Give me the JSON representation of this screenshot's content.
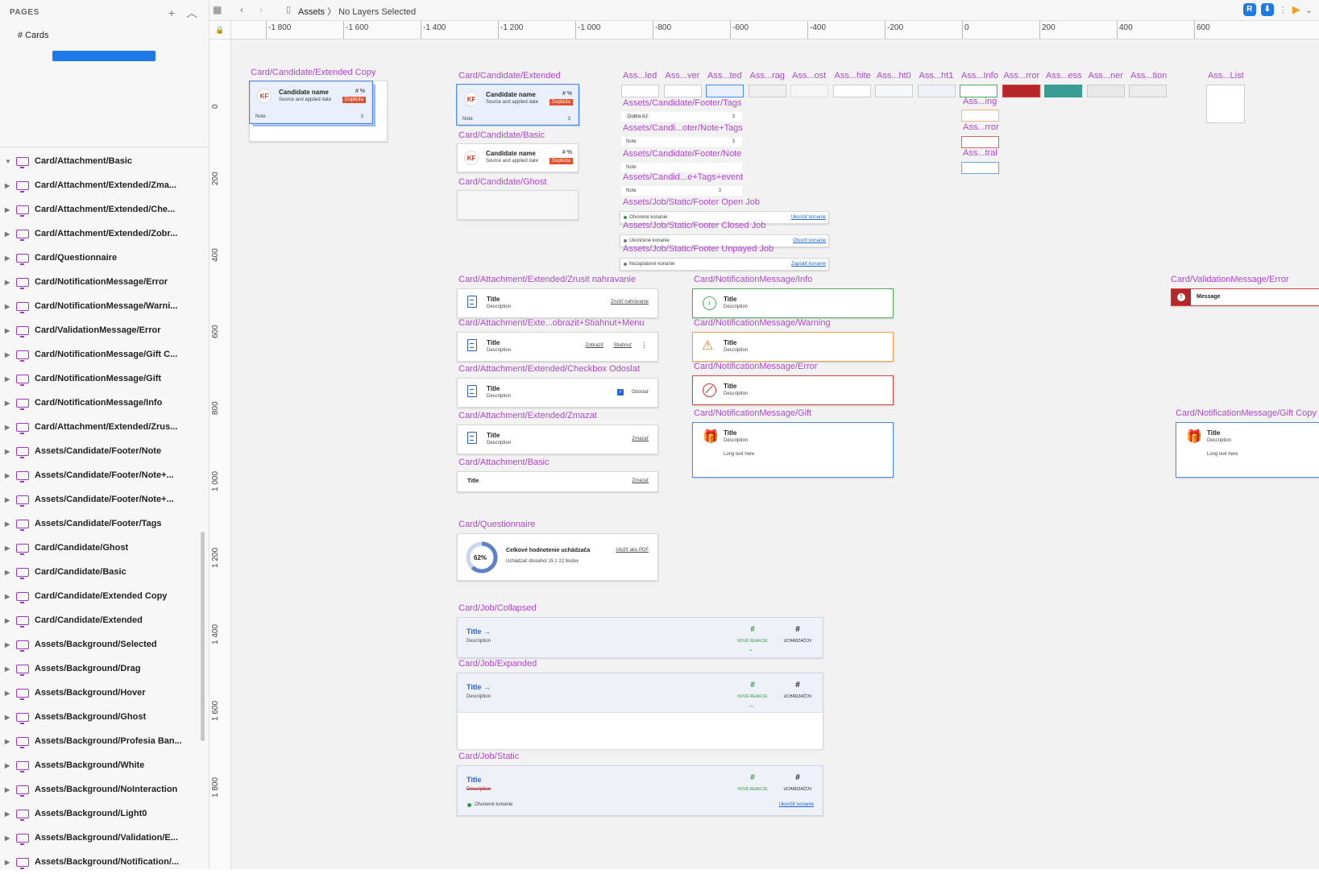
{
  "sidebar": {
    "pages_title": "PAGES",
    "add_icon": "+",
    "collapse_icon": "︿",
    "current_page": "# Cards",
    "layers": [
      "Card/Attachment/Basic",
      "Card/Attachment/Extended/Zma...",
      "Card/Attachment/Extended/Che...",
      "Card/Attachment/Extended/Zobr...",
      "Card/Questionnaire",
      "Card/NotificationMessage/Error",
      "Card/NotificationMessage/Warni...",
      "Card/ValidationMessage/Error",
      "Card/NotificationMessage/Gift C...",
      "Card/NotificationMessage/Gift",
      "Card/NotificationMessage/Info",
      "Card/Attachment/Extended/Zrus...",
      "Assets/Candidate/Footer/Note",
      "Assets/Candidate/Footer/Note+...",
      "Assets/Candidate/Footer/Note+...",
      "Assets/Candidate/Footer/Tags",
      "Card/Candidate/Ghost",
      "Card/Candidate/Basic",
      "Card/Candidate/Extended Copy",
      "Card/Candidate/Extended",
      "Assets/Background/Selected",
      "Assets/Background/Drag",
      "Assets/Background/Hover",
      "Assets/Background/Ghost",
      "Assets/Background/Profesia Ban...",
      "Assets/Background/White",
      "Assets/Background/NoInteraction",
      "Assets/Background/Light0",
      "Assets/Background/Validation/E...",
      "Assets/Background/Notification/..."
    ]
  },
  "toolbar": {
    "document": "Assets",
    "selection": "No Layers Selected",
    "plugin_icon": "R",
    "download_icon": "⬇",
    "more_icon": "⋮",
    "play_icon": "▶",
    "chevron_icon": "⌄"
  },
  "rulers": {
    "h_ticks": [
      "-1 800",
      "-1 600",
      "-1 400",
      "-1 200",
      "-1 000",
      "-800",
      "-600",
      "-400",
      "-200",
      "0",
      "200",
      "400",
      "600"
    ],
    "v_ticks": [
      "0",
      "200",
      "400",
      "600",
      "800",
      "1 000",
      "1 200",
      "1 400",
      "1 600",
      "1 800"
    ]
  },
  "artboards": {
    "ext_copy": "Card/Candidate/Extended Copy",
    "ext": "Card/Candidate/Extended",
    "basic": "Card/Candidate/Basic",
    "ghost": "Card/Candidate/Ghost",
    "assets_row": [
      "Ass...led",
      "Ass...ver",
      "Ass...ted",
      "Ass...rag",
      "Ass...ost",
      "Ass...hite",
      "Ass...ht0",
      "Ass...ht1",
      "Ass...Info",
      "Ass...rror",
      "Ass...ess",
      "Ass...ner",
      "Ass...tion"
    ],
    "assets_list": "Ass...List",
    "ass_ing": "Ass...ing",
    "ass_rror": "Ass...rror",
    "ass_tral": "Ass...tral",
    "footer_tags": "Assets/Candidate/Footer/Tags",
    "footer_note_tags": "Assets/Candi...oter/Note+Tags",
    "footer_note": "Assets/Candidate/Footer/Note",
    "footer_tags_event": "Assets/Candid...e+Tags+event",
    "job_open": "Assets/Job/Static/Footer Open Job",
    "job_closed": "Assets/Job/Static/Footer Closed Job",
    "job_unpaid": "Assets/Job/Static/Footer Unpayed Job",
    "att_cancel": "Card/Attachment/Extended/Zrusit nahravanie",
    "att_show": "Card/Attachment/Exte...obrazit+Stiahnut+Menu",
    "att_checkbox": "Card/Attachment/Extended/Checkbox Odoslat",
    "att_delete": "Card/Attachment/Extended/Zmazat",
    "att_basic": "Card/Attachment/Basic",
    "notif_info": "Card/NotificationMessage/Info",
    "notif_warn": "Card/NotificationMessage/Warning",
    "notif_err": "Card/NotificationMessage/Error",
    "notif_gift": "Card/NotificationMessage/Gift",
    "notif_gift_copy": "Card/NotificationMessage/Gift Copy",
    "valid_err": "Card/ValidationMessage/Error",
    "questionnaire": "Card/Questionnaire",
    "job_collapsed": "Card/Job/Collapsed",
    "job_expanded": "Card/Job/Expanded",
    "job_static": "Card/Job/Static"
  },
  "candidate": {
    "initials": "KF",
    "name": "Candidate name",
    "sub": "Source and applied date",
    "percent": "# %",
    "badge": "Duplicita",
    "note": "Note",
    "count": "3"
  },
  "footers": {
    "tag": "Dobra AJ",
    "count": "3",
    "note": "Note",
    "open_status": "Otvorené konanie",
    "open_action": "Ukončiť konanie",
    "closed_status": "Ukončené konanie",
    "closed_action": "Otvoriť konanie",
    "unpaid_status": "Nezaplatené konanie",
    "unpaid_action": "Zaplatiť konanie"
  },
  "attachment": {
    "title": "Title",
    "desc": "Description",
    "cancel": "Zrušiť nahrávanie",
    "show": "Zobraziť",
    "download": "Stiahnuť",
    "send": "Odoslať",
    "delete": "Zmazať"
  },
  "notification": {
    "title": "Title",
    "desc": "Description",
    "long": "Long text here",
    "message": "Message"
  },
  "questionnaire": {
    "percent": "62%",
    "percent_value": 62,
    "title": "Celkové hodnotenie uchádzača",
    "sub": "Uchádzač dosiahol 15 z 22 bodov",
    "action": "Uložiť ako PDF"
  },
  "job": {
    "title": "Title →",
    "title_static": "Title",
    "desc": "Description",
    "num": "#",
    "new_label": "NOVÉ REAKCIE",
    "count_label": "UCHÁDZAČOV",
    "open_status": "Otvorené konanie",
    "close_action": "Ukončiť konanie"
  }
}
